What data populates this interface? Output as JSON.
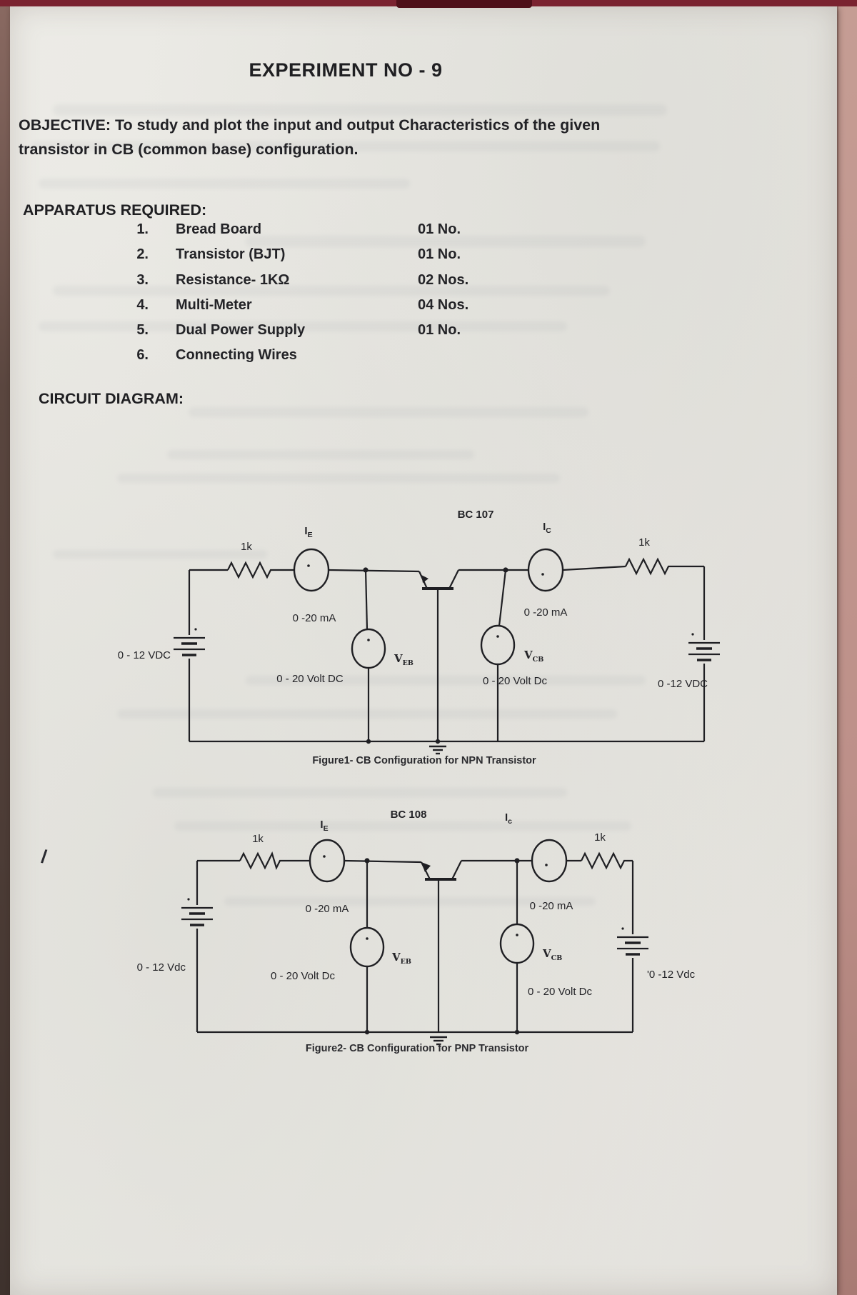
{
  "page": {
    "title": "EXPERIMENT NO - 9",
    "objective": "OBJECTIVE: To study and plot the input and output Characteristics of the given transistor in CB (common base) configuration.",
    "apparatus_heading": "APPARATUS REQUIRED:",
    "apparatus": {
      "items": [
        {
          "num": "1.",
          "name": "Bread Board",
          "qty": "01 No."
        },
        {
          "num": "2.",
          "name": "Transistor (BJT)",
          "qty": "01 No."
        },
        {
          "num": "3.",
          "name": "Resistance- 1KΩ",
          "qty": "02 Nos."
        },
        {
          "num": "4.",
          "name": "Multi-Meter",
          "qty": "04 Nos."
        },
        {
          "num": "5.",
          "name": "Dual Power Supply",
          "qty": "01 No."
        },
        {
          "num": "6.",
          "name": "Connecting Wires",
          "qty": ""
        }
      ]
    },
    "circuit_heading": "CIRCUIT DIAGRAM:",
    "handwritten_mark": "/"
  },
  "figure1": {
    "transistor_type": "BC 107",
    "ie_base": "I",
    "ie_sub": "E",
    "ic_base": "I",
    "ic_sub": "C",
    "resistor_left": "1k",
    "resistor_right": "1k",
    "ammeter_left_range": "0 -20 mA",
    "ammeter_right_range": "0 -20 mA",
    "veb_base": "V",
    "veb_sub": "EB",
    "vcb_base": "V",
    "vcb_sub": "CB",
    "voltmeter_left_range": "0 - 20 Volt DC",
    "voltmeter_right_range": "0 - 20 Volt Dc",
    "supply_left": "0 - 12 VDC",
    "supply_right": "0 -12 VDC",
    "caption": "Figure1- CB Configuration for NPN Transistor"
  },
  "figure2": {
    "transistor_type": "BC 108",
    "ie_base": "I",
    "ie_sub": "E",
    "ic_base": "I",
    "ic_sub": "c",
    "resistor_left": "1k",
    "resistor_right": "1k",
    "ammeter_left_range": "0 -20 mA",
    "ammeter_right_range": "0 -20 mA",
    "veb_base": "V",
    "veb_sub": "EB",
    "vcb_base": "V",
    "vcb_sub": "CB",
    "voltmeter_left_range": "0 - 20 Volt Dc",
    "voltmeter_right_range": "0 - 20 Volt Dc",
    "supply_left": "0 - 12 Vdc",
    "supply_right": "'0 -12 Vdc",
    "caption": "Figure2- CB Configuration for PNP Transistor"
  }
}
